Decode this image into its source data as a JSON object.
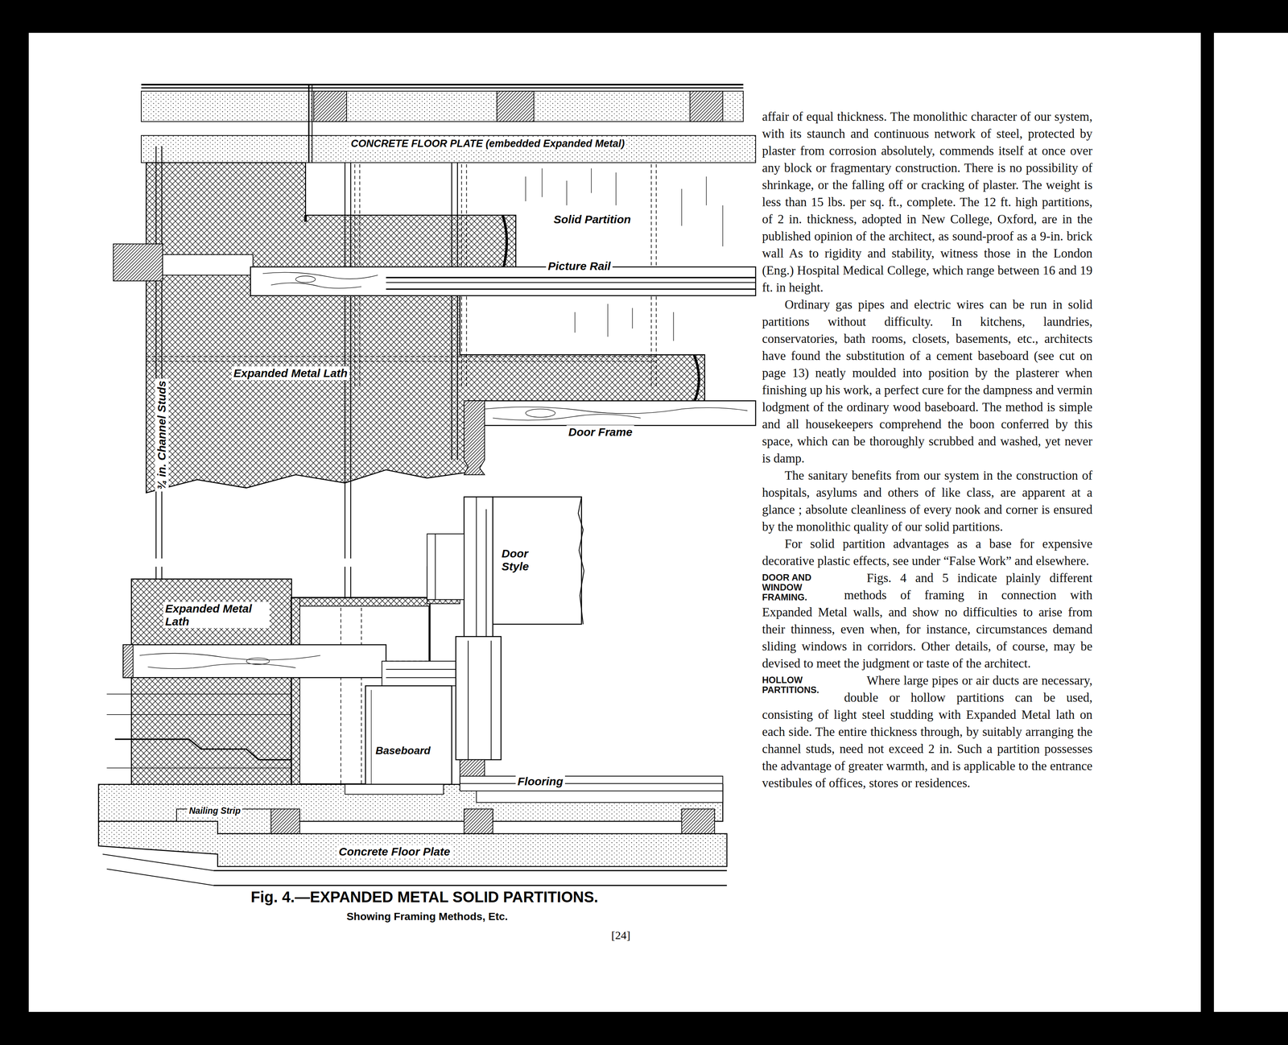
{
  "diagram": {
    "caption": "Fig. 4.—EXPANDED METAL SOLID PARTITIONS.",
    "labels": [
      "CONCRETE FLOOR PLATE (embedded Expanded Metal)",
      "Solid Partition",
      "Picture Rail",
      "¾ in. Channel Studs",
      "Expanded Metal Lath",
      "Door Frame",
      "Door Style",
      "Expanded Metal Lath",
      "Baseboard",
      "Flooring",
      "Nailing Strip",
      "Concrete Floor Plate",
      "Showing Framing Methods, Etc.",
      "[24]",
      "affair of equal thickness. The monolithic character of our system, with its staunch and continuous network of steel, protected by plaster from corrosion absolutely, commends itself at once over any block or fragmentary construction. There is no possibility of shrinkage, or the falling off or cracking of plaster. The weight is less than 15 lbs. per sq. ft., complete. The 12 ft. high partitions, of 2 in. thickness, adopted in New College, Oxford, are in the published opinion of the architect, as sound-proof as a 9-in. brick wall As to rigidity and stability, witness those in the London (Eng.) Hospital Medical College, which range between 16 and 19 ft. in height.",
      "Ordinary gas pipes and electric wires can be run in solid partitions without difficulty. In kitchens, laundries, conservatories, bath rooms, closets, basements, etc., architects have found the substitution of a cement baseboard (see cut on page 13) neatly moulded into position by the plasterer when finishing up his work, a perfect cure for the dampness and vermin lodgment of the ordinary wood baseboard. The method is simple and all housekeepers comprehend the boon conferred by this space, which can be thoroughly scrubbed and washed, yet never is damp.",
      "The sanitary benefits from our system in the construction of hospitals, asylums and others of like class, are apparent at a glance ; absolute cleanliness of every nook and corner is ensured by the monolithic quality of our solid partitions.",
      "For solid partition advantages as a base for expensive decorative plastic effects, see under “False Work” and elsewhere.",
      "DOOR AND WINDOW FRAMING.",
      "Figs. 4 and 5 indicate plainly different methods of framing in connection with Expanded Metal walls, and show no difficulties to arise from their thinness, even when, for instance, circumstances demand sliding windows in corridors. Other details, of course, may be devised to meet the judgment or taste of the architect.",
      "HOLLOW PARTITIONS.",
      "Where large pipes or air ducts are necessary, double or hollow partitions can be used, consisting of light steel studding with Expanded Metal lath on each side. The entire thickness through, by suitably arranging the channel studs, need not exceed 2 in. Such a partition possesses the advantage of greater warmth, and is applicable to the entrance vestibules of offices, stores or residences."
    ]
  }
}
